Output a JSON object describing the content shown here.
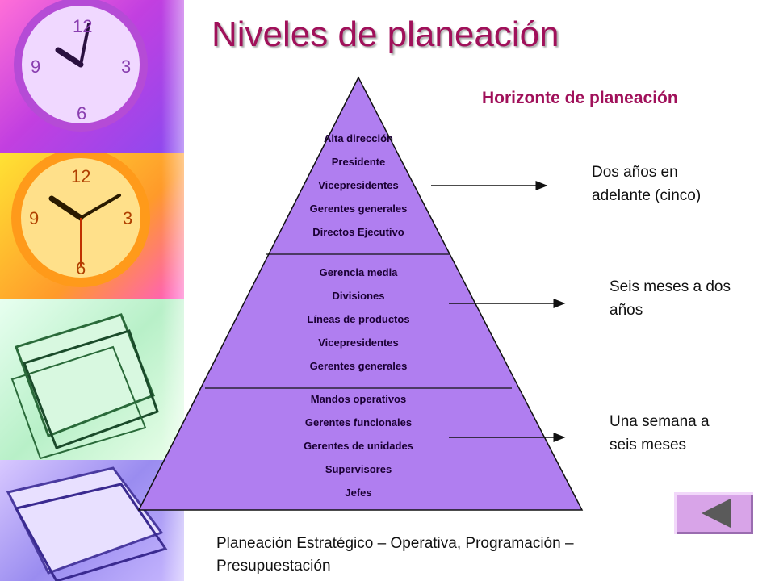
{
  "slide": {
    "title": "Niveles de planeación",
    "subtitle": "Horizonte de planeación",
    "footer": "Planeación Estratégico – Operativa, Programación – Presupuestación"
  },
  "pyramid": {
    "fill_color": "#b07ef0",
    "levels": [
      {
        "items": [
          "Alta dirección",
          "Presidente",
          "Vicepresidentes",
          "Gerentes generales",
          "Directos Ejecutivo"
        ],
        "horizon": [
          "Dos años en",
          "adelante (cinco)"
        ]
      },
      {
        "items": [
          "Gerencia media",
          "Divisiones",
          "Líneas de productos",
          "Vicepresidentes",
          "Gerentes generales"
        ],
        "horizon": [
          "Seis meses a dos",
          "años"
        ]
      },
      {
        "items": [
          "Mandos operativos",
          "Gerentes funcionales",
          "Gerentes de unidades",
          "Supervisores",
          "Jefes"
        ],
        "horizon": [
          "Una semana a",
          "seis meses"
        ]
      }
    ]
  },
  "colors": {
    "title": "#a0105a",
    "button": "#d8a4e8"
  },
  "icons": {
    "back_button": "triangle-left-icon"
  }
}
